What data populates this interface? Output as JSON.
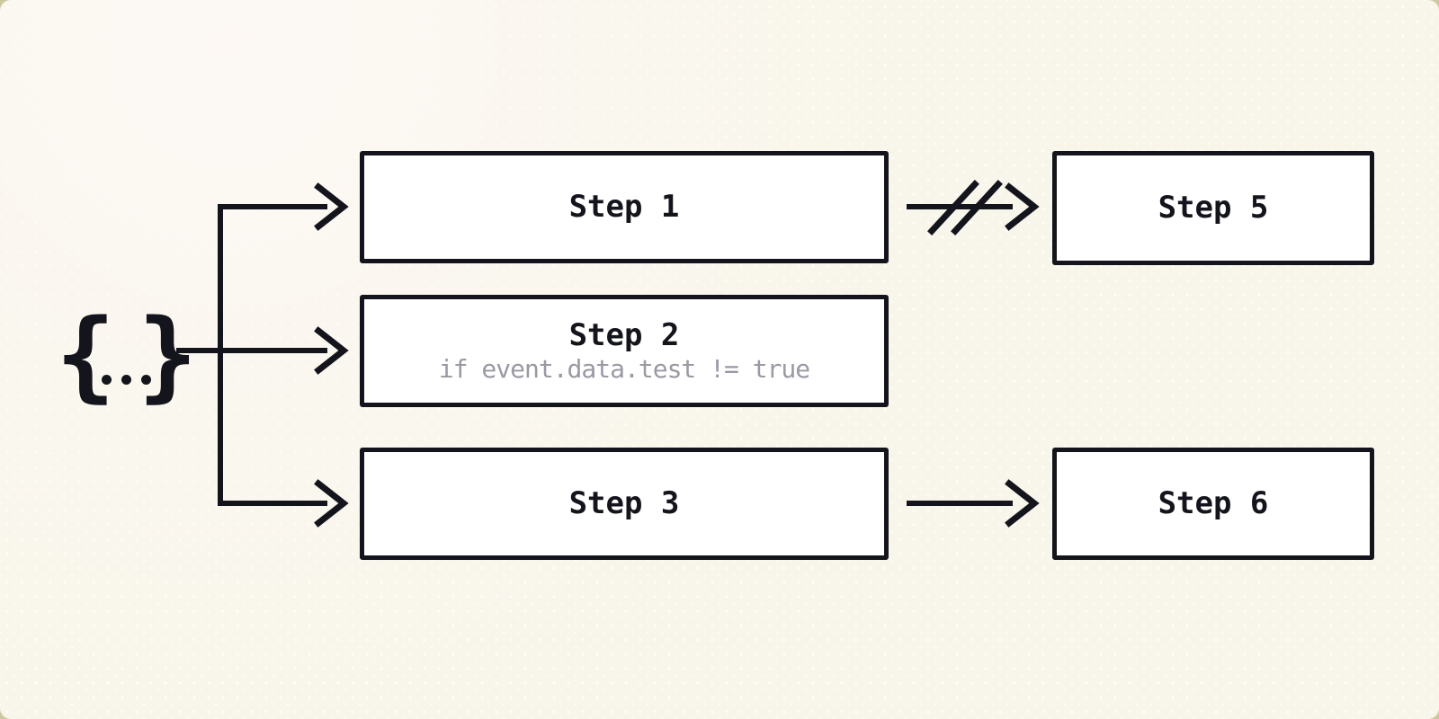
{
  "colors": {
    "page": "#cdc7a2",
    "background": "#f8f6ea",
    "highlight": "#fdf8f5",
    "node_fill": "#ffffff",
    "line": "#14141c",
    "muted_text": "#9a99a4"
  },
  "source": {
    "label": "{...}",
    "brace_left": "{",
    "brace_right": "}"
  },
  "nodes": [
    {
      "id": "step-1",
      "label": "Step 1"
    },
    {
      "id": "step-2",
      "label": "Step 2",
      "condition": "if event.data.test != true"
    },
    {
      "id": "step-3",
      "label": "Step 3"
    },
    {
      "id": "step-5",
      "label": "Step 5"
    },
    {
      "id": "step-6",
      "label": "Step 6"
    }
  ],
  "edges": [
    {
      "from": "source",
      "to": "step-1",
      "style": "solid"
    },
    {
      "from": "source",
      "to": "step-2",
      "style": "solid"
    },
    {
      "from": "source",
      "to": "step-3",
      "style": "solid"
    },
    {
      "from": "step-1",
      "to": "step-5",
      "style": "cancelled"
    },
    {
      "from": "step-3",
      "to": "step-6",
      "style": "solid"
    }
  ]
}
